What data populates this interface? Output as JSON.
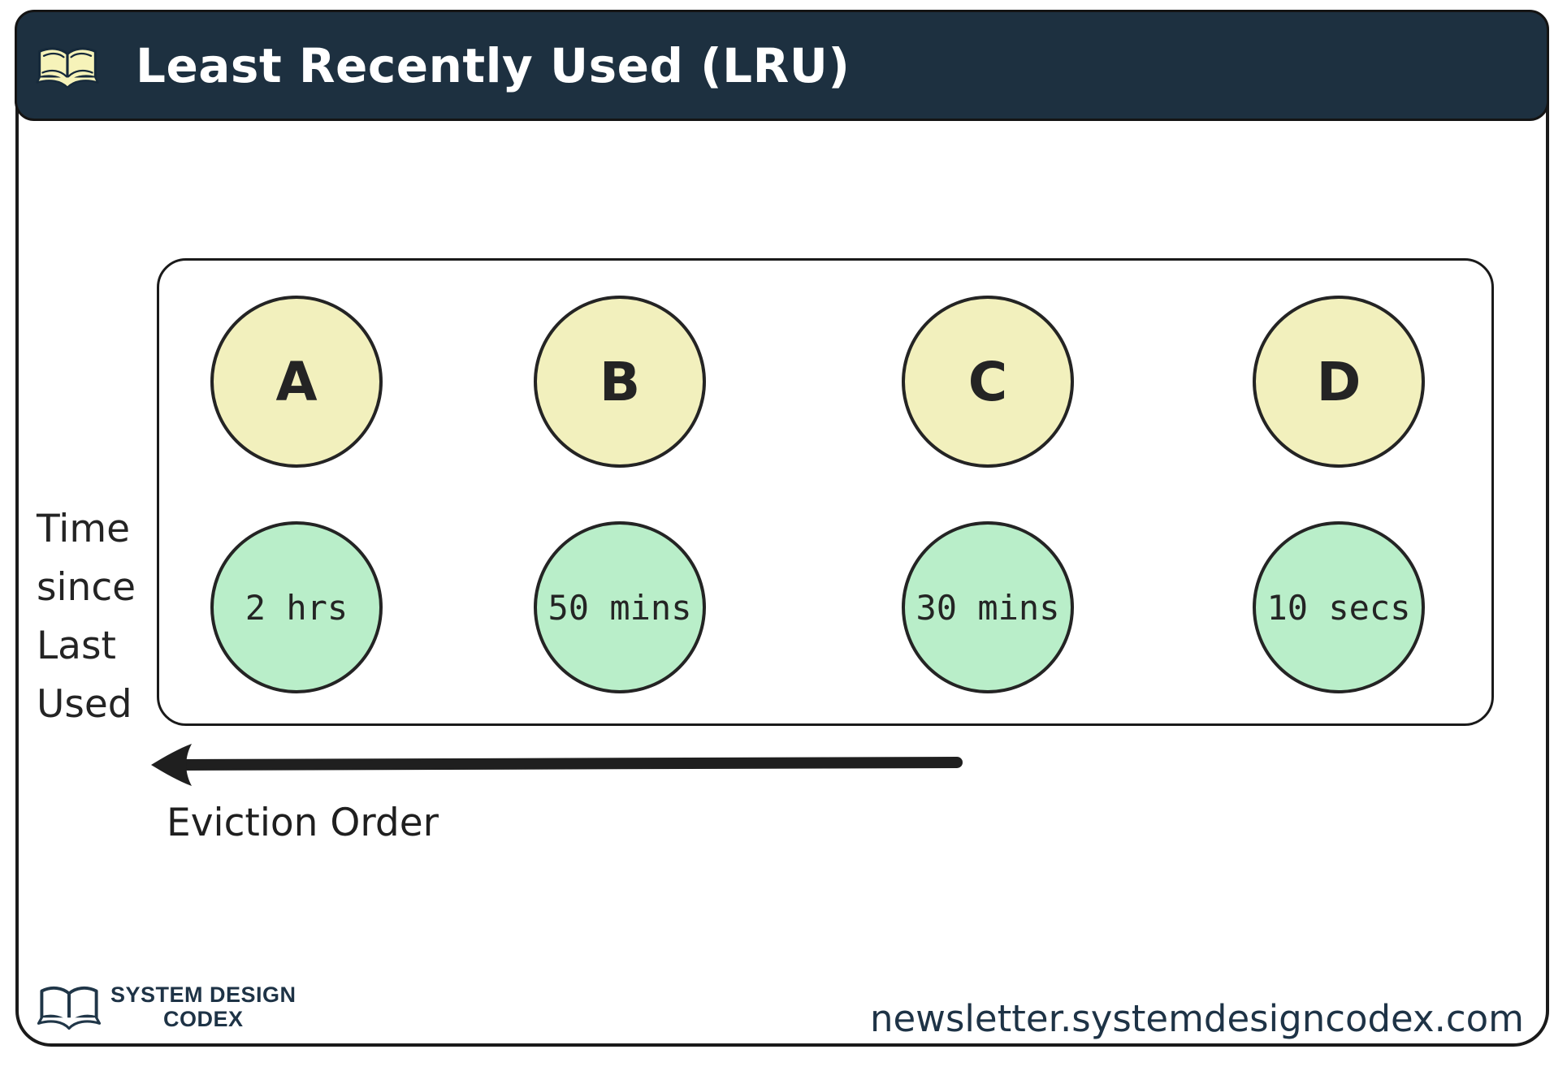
{
  "header": {
    "title": "Least Recently Used (LRU)",
    "icon": "open-book-icon"
  },
  "cache": {
    "side_label_lines": [
      "Time",
      "since",
      "Last",
      "Used"
    ],
    "items": [
      {
        "key": "A",
        "time_since_last_used": "2 hrs"
      },
      {
        "key": "B",
        "time_since_last_used": "50 mins"
      },
      {
        "key": "C",
        "time_since_last_used": "30 mins"
      },
      {
        "key": "D",
        "time_since_last_used": "10 secs"
      }
    ]
  },
  "eviction": {
    "label": "Eviction Order",
    "arrow_direction": "left"
  },
  "footer": {
    "brand_line1": "SYSTEM DESIGN",
    "brand_line2": "CODEX",
    "url": "newsletter.systemdesigncodex.com"
  },
  "colors": {
    "header_bg": "#1d3040",
    "key_fill": "#f2f0bd",
    "time_fill": "#b9eec9",
    "ink": "#1f1f1f",
    "brand_navy": "#1e3346"
  }
}
